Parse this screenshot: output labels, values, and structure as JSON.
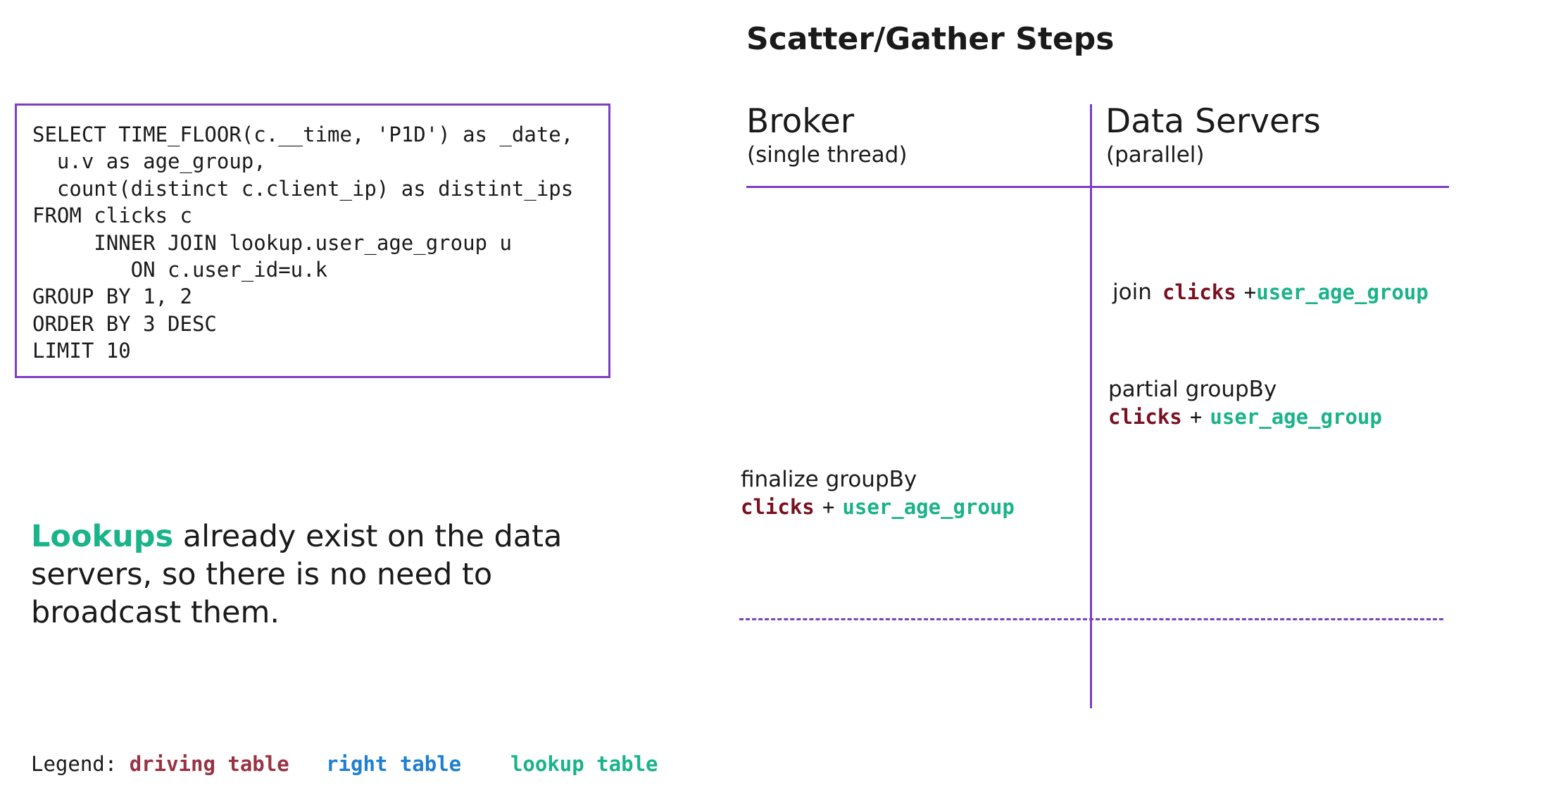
{
  "title": "Scatter/Gather Steps",
  "sql": {
    "lines": [
      "SELECT TIME_FLOOR(c.__time, 'P1D') as _date,",
      "  u.v as age_group,",
      "  count(distinct c.client_ip) as distint_ips",
      "FROM clicks c",
      "     INNER JOIN lookup.user_age_group u",
      "        ON c.user_id=u.k",
      "GROUP BY 1, 2",
      "ORDER BY 3 DESC",
      "LIMIT 10"
    ]
  },
  "note": {
    "highlight": "Lookups",
    "text": " already exist on the data servers, so there is no need to broadcast them."
  },
  "legend": {
    "label": "Legend: ",
    "driving": "driving table",
    "right": "right table",
    "lookup": "lookup table"
  },
  "columns": {
    "broker": {
      "title": "Broker",
      "subtitle": "(single thread)"
    },
    "data_servers": {
      "title": "Data Servers",
      "subtitle": "(parallel)"
    }
  },
  "steps": {
    "join": {
      "label": "join",
      "driving": "clicks",
      "plus": "+",
      "lookup": "user_age_group"
    },
    "partial": {
      "label": "partial groupBy",
      "driving": "clicks",
      "plus": "+",
      "lookup": "user_age_group"
    },
    "finalize": {
      "label": "finalize groupBy",
      "driving": "clicks",
      "plus": "+",
      "lookup": "user_age_group"
    }
  },
  "colors": {
    "accent_line": "#7a3fc4",
    "driving_table": "#7a1020",
    "right_table": "#1f7fd1",
    "lookup_table": "#1ab38a"
  }
}
